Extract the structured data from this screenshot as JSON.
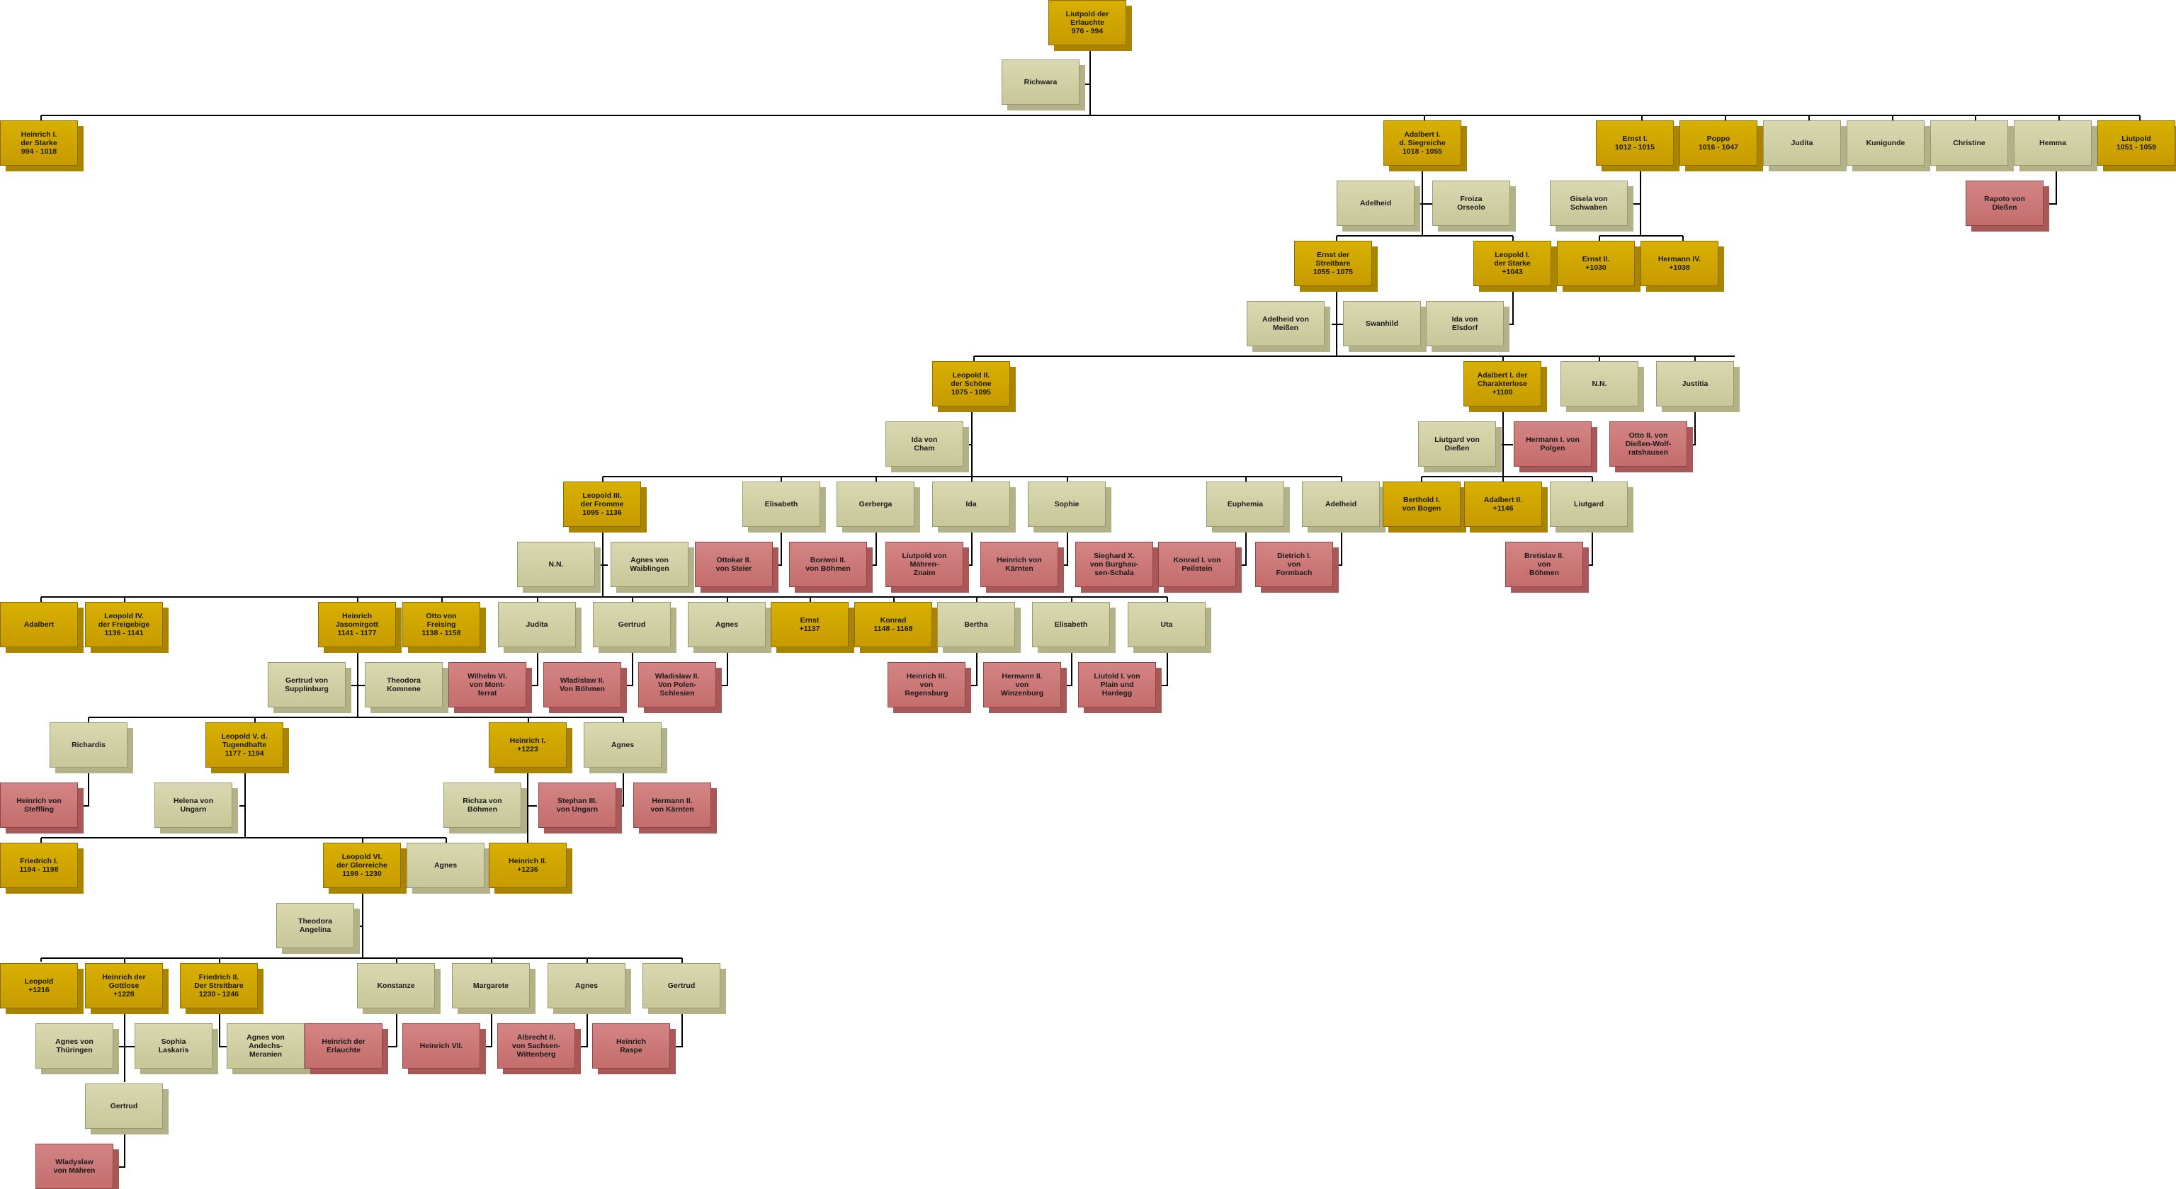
{
  "colors": {
    "primary": "#c9a000",
    "spouse": "#cfcea3",
    "foreign": "#c97676",
    "line": "#000000"
  },
  "nodes": [
    {
      "id": "n1",
      "label": "Liutpold der\nErlauchte\n976 - 994",
      "type": "gold"
    },
    {
      "id": "n2",
      "label": "Richwara",
      "type": "beige"
    },
    {
      "id": "n3",
      "label": "Heinrich I.\nder Starke\n994 - 1018",
      "type": "gold"
    },
    {
      "id": "n4",
      "label": "Adalbert I.\nd. Siegreiche\n1018 - 1055",
      "type": "gold"
    },
    {
      "id": "n5",
      "label": "Ernst I.\n1012 - 1015",
      "type": "gold"
    },
    {
      "id": "n6",
      "label": "Poppo\n1016 - 1047",
      "type": "gold"
    },
    {
      "id": "n7",
      "label": "Judita",
      "type": "beige"
    },
    {
      "id": "n8",
      "label": "Kunigunde",
      "type": "beige"
    },
    {
      "id": "n9",
      "label": "Christine",
      "type": "beige"
    },
    {
      "id": "n10",
      "label": "Hemma",
      "type": "beige"
    },
    {
      "id": "n11",
      "label": "Liutpold\n1051 - 1059",
      "type": "gold"
    },
    {
      "id": "n12",
      "label": "Rapoto von\nDießen",
      "type": "red"
    },
    {
      "id": "n13",
      "label": "Adelheid",
      "type": "beige"
    },
    {
      "id": "n14",
      "label": "Froiza\nOrseolo",
      "type": "beige"
    },
    {
      "id": "n15",
      "label": "Gisela von\nSchwaben",
      "type": "beige"
    },
    {
      "id": "n16",
      "label": "Ernst der\nStreitbare\n1055 - 1075",
      "type": "gold"
    },
    {
      "id": "n17",
      "label": "Leopold I.\nder Starke\n+1043",
      "type": "gold"
    },
    {
      "id": "n18",
      "label": "Ernst II.\n+1030",
      "type": "gold"
    },
    {
      "id": "n19",
      "label": "Hermann IV.\n+1038",
      "type": "gold"
    },
    {
      "id": "n20",
      "label": "Adelheid von\nMeißen",
      "type": "beige"
    },
    {
      "id": "n21",
      "label": "Swanhild",
      "type": "beige"
    },
    {
      "id": "n22",
      "label": "Ida von\nElsdorf",
      "type": "beige"
    },
    {
      "id": "n23",
      "label": "Leopold II.\nder Schöne\n1075 - 1095",
      "type": "gold"
    },
    {
      "id": "n24",
      "label": "Adalbert I. der\nCharakterlose\n+1100",
      "type": "gold"
    },
    {
      "id": "n25",
      "label": "N.N.",
      "type": "beige"
    },
    {
      "id": "n26",
      "label": "Justitia",
      "type": "beige"
    },
    {
      "id": "n27",
      "label": "Ida von\nCham",
      "type": "beige"
    },
    {
      "id": "n28",
      "label": "Liutgard von\nDießen",
      "type": "beige"
    },
    {
      "id": "n29",
      "label": "Hermann I. von\nPolgen",
      "type": "red"
    },
    {
      "id": "n30",
      "label": "Otto II. von\nDießen-Wolf-\nratshausen",
      "type": "red"
    },
    {
      "id": "n31",
      "label": "Leopold III.\nder Fromme\n1095 - 1136",
      "type": "gold"
    },
    {
      "id": "n32",
      "label": "Elisabeth",
      "type": "beige"
    },
    {
      "id": "n33",
      "label": "Gerberga",
      "type": "beige"
    },
    {
      "id": "n34",
      "label": "Ida",
      "type": "beige"
    },
    {
      "id": "n35",
      "label": "Sophie",
      "type": "beige"
    },
    {
      "id": "n36",
      "label": "Euphemia",
      "type": "beige"
    },
    {
      "id": "n37",
      "label": "Adelheid",
      "type": "beige"
    },
    {
      "id": "n38",
      "label": "Berthold I.\nvon Bogen",
      "type": "gold"
    },
    {
      "id": "n39",
      "label": "Adalbert II.\n+1146",
      "type": "gold"
    },
    {
      "id": "n40",
      "label": "Liutgard",
      "type": "beige"
    },
    {
      "id": "n41",
      "label": "N.N.",
      "type": "beige"
    },
    {
      "id": "n42",
      "label": "Agnes von\nWaiblingen",
      "type": "beige"
    },
    {
      "id": "n43",
      "label": "Ottokar II.\nvon Steier",
      "type": "red"
    },
    {
      "id": "n44",
      "label": "Boriwoi II.\nvon Böhmen",
      "type": "red"
    },
    {
      "id": "n45",
      "label": "Liutpold von\nMähren-\nZnaim",
      "type": "red"
    },
    {
      "id": "n46",
      "label": "Heinrich von\nKärnten",
      "type": "red"
    },
    {
      "id": "n47",
      "label": "Sieghard X.\nvon Burghau-\nsen-Schala",
      "type": "red"
    },
    {
      "id": "n48",
      "label": "Konrad I. von\nPeilstein",
      "type": "red"
    },
    {
      "id": "n49",
      "label": "Dietrich I.\nvon\nFormbach",
      "type": "red"
    },
    {
      "id": "n50",
      "label": "Bretislav II.\nvon\nBöhmen",
      "type": "red"
    },
    {
      "id": "n51",
      "label": "Adalbert",
      "type": "gold"
    },
    {
      "id": "n52",
      "label": "Leopold IV.\nder Freigebige\n1136 - 1141",
      "type": "gold"
    },
    {
      "id": "n53",
      "label": "Heinrich\nJasomirgott\n1141 - 1177",
      "type": "gold"
    },
    {
      "id": "n54",
      "label": "Otto von\nFreising\n1138 - 1158",
      "type": "gold"
    },
    {
      "id": "n55",
      "label": "Judita",
      "type": "beige"
    },
    {
      "id": "n56",
      "label": "Gertrud",
      "type": "beige"
    },
    {
      "id": "n57",
      "label": "Agnes",
      "type": "beige"
    },
    {
      "id": "n58",
      "label": "Ernst\n+1137",
      "type": "gold"
    },
    {
      "id": "n59",
      "label": "Konrad\n1148 - 1168",
      "type": "gold"
    },
    {
      "id": "n60",
      "label": "Bertha",
      "type": "beige"
    },
    {
      "id": "n61",
      "label": "Elisabeth",
      "type": "beige"
    },
    {
      "id": "n62",
      "label": "Uta",
      "type": "beige"
    },
    {
      "id": "n63",
      "label": "Gertrud von\nSupplinburg",
      "type": "beige"
    },
    {
      "id": "n64",
      "label": "Theodora\nKomnene",
      "type": "beige"
    },
    {
      "id": "n65",
      "label": "Wilhelm VI.\nvon Mont-\nferrat",
      "type": "red"
    },
    {
      "id": "n66",
      "label": "Wladislaw II.\nVon Böhmen",
      "type": "red"
    },
    {
      "id": "n67",
      "label": "Wladislaw II.\nVon Polen-\nSchlesien",
      "type": "red"
    },
    {
      "id": "n68",
      "label": "Heinrich III.\nvon\nRegensburg",
      "type": "red"
    },
    {
      "id": "n69",
      "label": "Hermann II.\nvon\nWinzenburg",
      "type": "red"
    },
    {
      "id": "n70",
      "label": "Liutold I. von\nPlain und\nHardegg",
      "type": "red"
    },
    {
      "id": "n71",
      "label": "Richardis",
      "type": "beige"
    },
    {
      "id": "n72",
      "label": "Leopold V. d.\nTugendhafte\n1177 - 1194",
      "type": "gold"
    },
    {
      "id": "n73",
      "label": "Heinrich I.\n+1223",
      "type": "gold"
    },
    {
      "id": "n74",
      "label": "Agnes",
      "type": "beige"
    },
    {
      "id": "n75",
      "label": "Heinrich von\nSteffling",
      "type": "red"
    },
    {
      "id": "n76",
      "label": "Helena von\nUngarn",
      "type": "beige"
    },
    {
      "id": "n77",
      "label": "Richza von\nBöhmen",
      "type": "beige"
    },
    {
      "id": "n78",
      "label": "Stephan III.\nvon Ungarn",
      "type": "red"
    },
    {
      "id": "n79",
      "label": "Hermann II.\nvon Kärnten",
      "type": "red"
    },
    {
      "id": "n80",
      "label": "Friedrich I.\n1194 - 1198",
      "type": "gold"
    },
    {
      "id": "n81",
      "label": "Leopold VI.\nder Glorreiche\n1198 - 1230",
      "type": "gold"
    },
    {
      "id": "n82",
      "label": "Agnes",
      "type": "beige"
    },
    {
      "id": "n83",
      "label": "Heinrich II.\n+1236",
      "type": "gold"
    },
    {
      "id": "n84",
      "label": "Theodora\nAngelina",
      "type": "beige"
    },
    {
      "id": "n85",
      "label": "Leopold\n+1216",
      "type": "gold"
    },
    {
      "id": "n86",
      "label": "Heinrich der\nGottlose\n+1228",
      "type": "gold"
    },
    {
      "id": "n87",
      "label": "Friedrich II.\nDer Streitbare\n1230 - 1246",
      "type": "gold"
    },
    {
      "id": "n88",
      "label": "Konstanze",
      "type": "beige"
    },
    {
      "id": "n89",
      "label": "Margarete",
      "type": "beige"
    },
    {
      "id": "n90",
      "label": "Agnes",
      "type": "beige"
    },
    {
      "id": "n91",
      "label": "Gertrud",
      "type": "beige"
    },
    {
      "id": "n92",
      "label": "Agnes von\nThüringen",
      "type": "beige"
    },
    {
      "id": "n93",
      "label": "Sophia\nLaskaris",
      "type": "beige"
    },
    {
      "id": "n94",
      "label": "Agnes von\nAndechs-\nMeranien",
      "type": "beige"
    },
    {
      "id": "n95",
      "label": "Heinrich der\nErlauchte",
      "type": "red"
    },
    {
      "id": "n96",
      "label": "Heinrich VII.",
      "type": "red"
    },
    {
      "id": "n97",
      "label": "Albrecht II.\nvon Sachsen-\nWittenberg",
      "type": "red"
    },
    {
      "id": "n98",
      "label": "Heinrich\nRaspe",
      "type": "red"
    },
    {
      "id": "n99",
      "label": "Gertrud",
      "type": "beige"
    },
    {
      "id": "n100",
      "label": "Wladyslaw\nvon Mähren",
      "type": "red"
    }
  ]
}
